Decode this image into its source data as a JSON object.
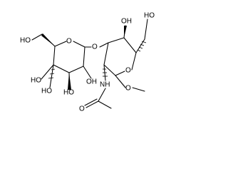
{
  "structure": {
    "atom_labels": {
      "ho_top_right": "OH",
      "ho_upper": "HO",
      "ho_left_ring_hydroxymethyl": "HO",
      "ho_left_middle": "HO",
      "ho_lower_left": "HO",
      "ho_lower_middle": "HO",
      "oh_ring": "OH",
      "o_left_ring": "O",
      "o_glycosidic": "O",
      "o_right_ring": "O",
      "o_methoxy": "O",
      "nh": "NH",
      "o_carbonyl": "O"
    }
  }
}
